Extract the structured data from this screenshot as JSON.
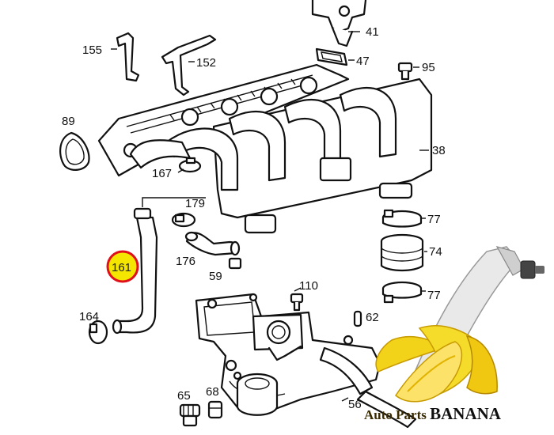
{
  "diagram": {
    "highlight_color": "#f5e600",
    "circle_color": "#e0101a",
    "highlighted_part": "161",
    "parts": {
      "p41": "41",
      "p47": "47",
      "p95": "95",
      "p155": "155",
      "p152": "152",
      "p89": "89",
      "p38": "38",
      "p167": "167",
      "p179": "179",
      "p77a": "77",
      "p74": "74",
      "p77b": "77",
      "p176": "176",
      "p59": "59",
      "p161": "161",
      "p110": "110",
      "p62": "62",
      "p164": "164",
      "p65": "65",
      "p68": "68",
      "p56": "56"
    }
  },
  "watermark": {
    "text_a": "Auto Parts ",
    "text_b": "BANANA"
  }
}
